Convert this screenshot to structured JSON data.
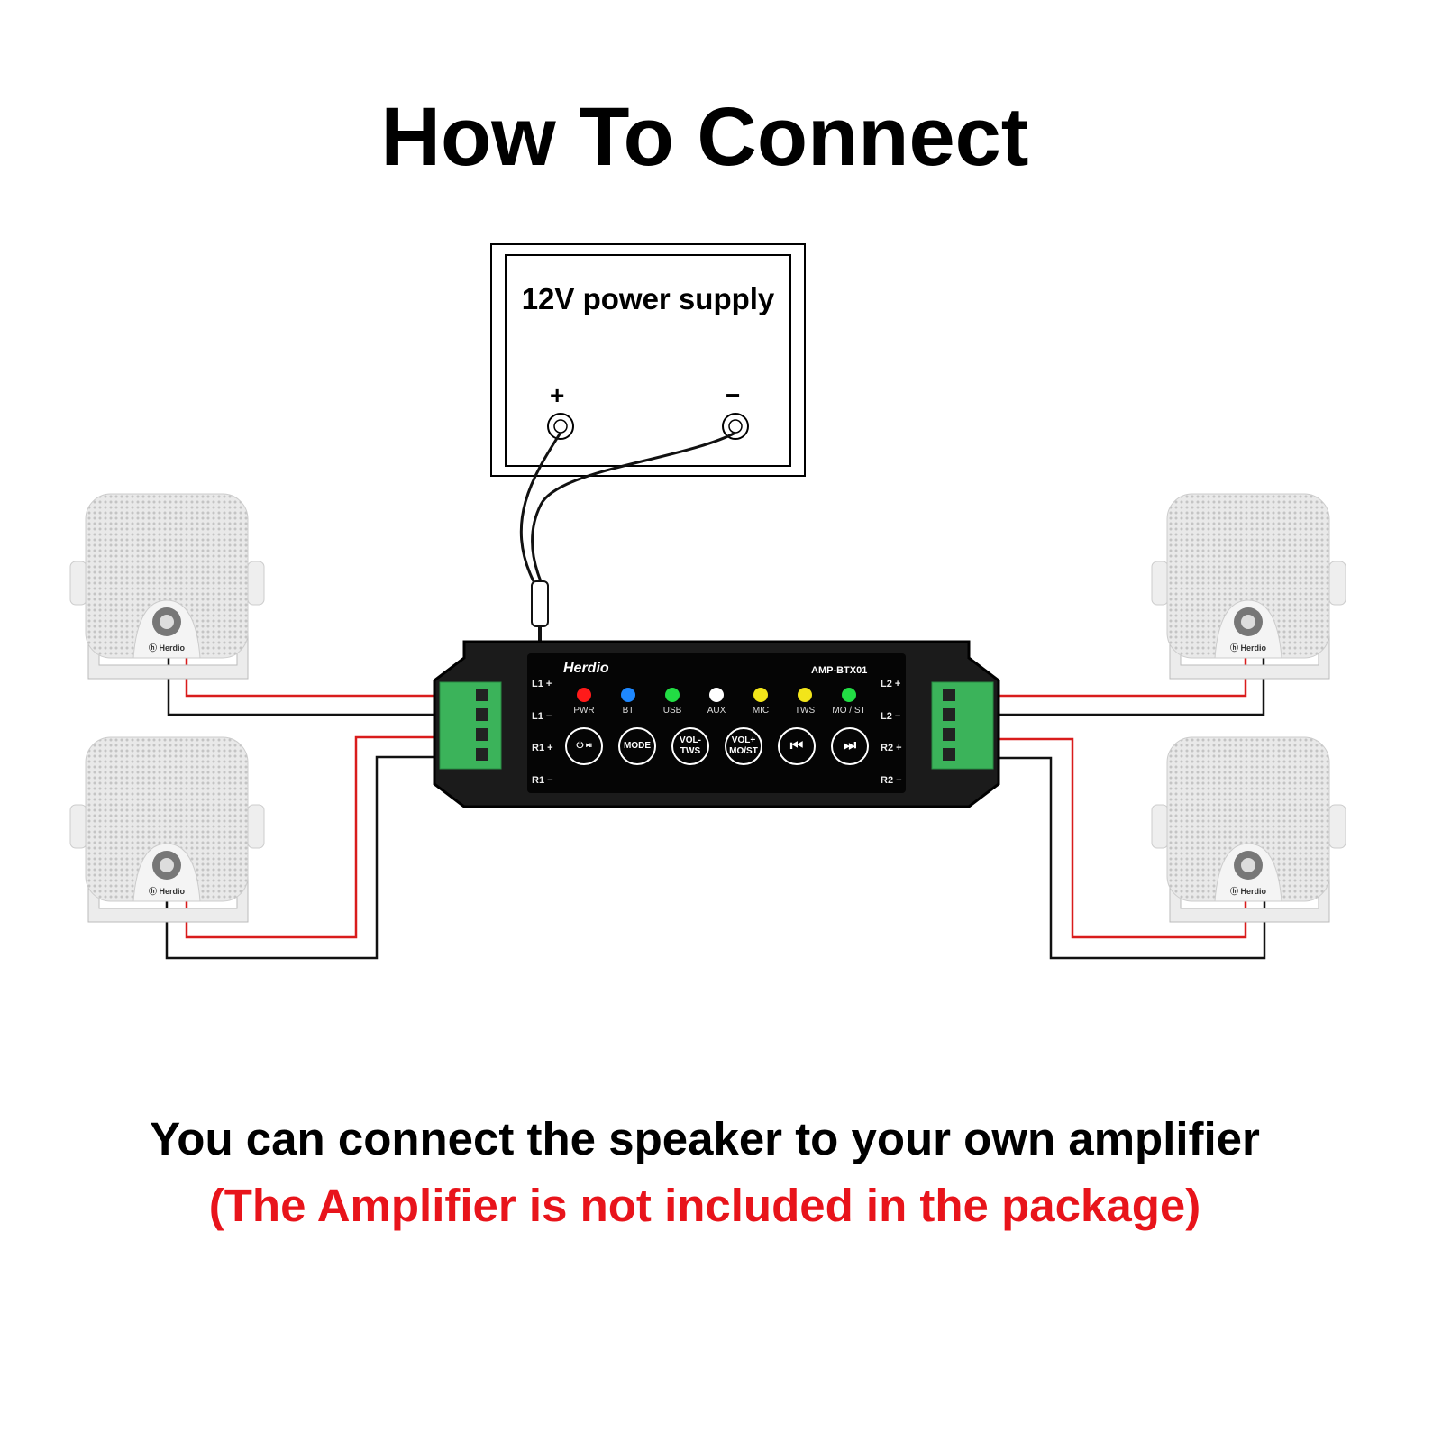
{
  "title": "How To Connect",
  "power_supply": {
    "label": "12V power supply",
    "positive": "+",
    "negative": "−"
  },
  "amplifier": {
    "brand": "Herdio",
    "model": "AMP-BTX01",
    "leds": [
      {
        "label": "PWR",
        "color": "#ff1a1a"
      },
      {
        "label": "BT",
        "color": "#1e88ff"
      },
      {
        "label": "USB",
        "color": "#22dd44"
      },
      {
        "label": "AUX",
        "color": "#ffffff"
      },
      {
        "label": "MIC",
        "color": "#f2e51a"
      },
      {
        "label": "TWS",
        "color": "#f2e51a"
      },
      {
        "label": "MO / ST",
        "color": "#22dd44"
      }
    ],
    "buttons": [
      {
        "label": "⏻ ⏯",
        "name": "power-play-button"
      },
      {
        "label": "MODE",
        "name": "mode-button"
      },
      {
        "label": "VOL- TWS",
        "name": "vol-down-tws-button"
      },
      {
        "label": "VOL+ MO/ST",
        "name": "vol-up-most-button"
      },
      {
        "label": "⏮",
        "name": "previous-button"
      },
      {
        "label": "⏭",
        "name": "next-button"
      }
    ],
    "left_terminals": [
      "L1 +",
      "L1 −",
      "R1 +",
      "R1 −"
    ],
    "right_terminals": [
      "L2 +",
      "L2 −",
      "R2 +",
      "R2 −"
    ]
  },
  "speaker_brand": "Herdio",
  "caption": {
    "line1": "You can connect the speaker to your own amplifier",
    "line2": "(The Amplifier is not included in the package)"
  },
  "colors": {
    "positive_wire": "#d91c1c",
    "negative_wire": "#111111",
    "terminal_green": "#3bb35a",
    "caption_red": "#e8141b"
  }
}
